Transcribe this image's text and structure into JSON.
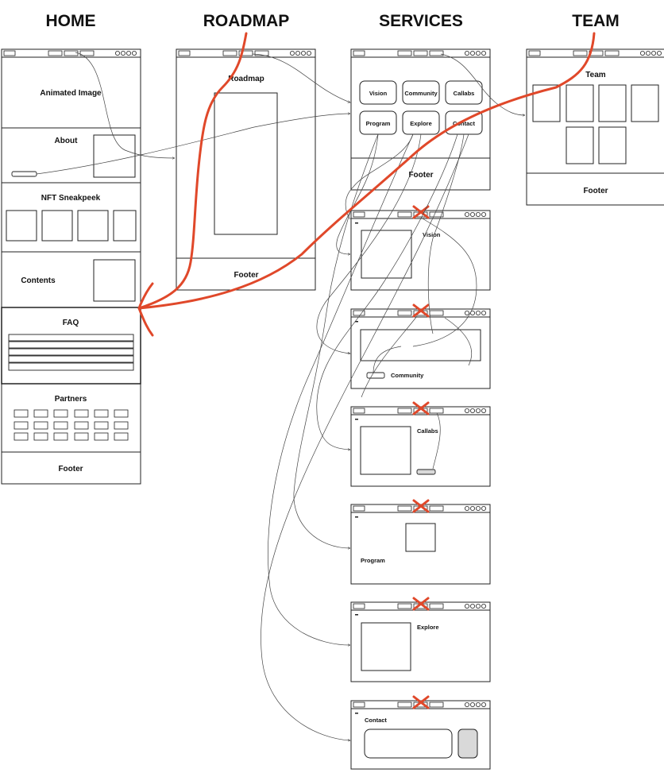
{
  "columns": {
    "home": "HOME",
    "roadmap": "ROADMAP",
    "services": "SERVICES",
    "team": "TEAM"
  },
  "home": {
    "animated_image": "Animated Image",
    "about": "About",
    "nft_sneakpeek": "NFT Sneakpeek",
    "contents": "Contents",
    "faq": "FAQ",
    "partners": "Partners",
    "footer": "Footer"
  },
  "roadmap": {
    "title": "Roadmap",
    "footer": "Footer"
  },
  "services": {
    "buttons": [
      "Vision",
      "Community",
      "Callabs",
      "Program",
      "Explore",
      "Contact"
    ],
    "footer": "Footer",
    "pages": [
      "Vision",
      "Community",
      "Callabs",
      "Program",
      "Explore",
      "Contact"
    ]
  },
  "team": {
    "title": "Team",
    "footer": "Footer"
  },
  "colors": {
    "stroke": "#222222",
    "flow": "#e0482a",
    "fill_gray": "#d9d9d9"
  }
}
